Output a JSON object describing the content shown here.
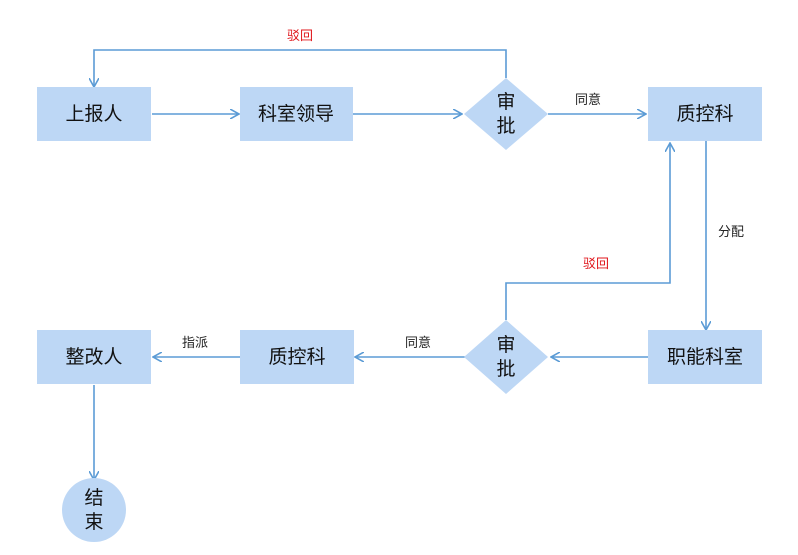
{
  "colors": {
    "node_fill": "#bdd7f5",
    "edge": "#5b9bd5",
    "reject_label": "#e0161b",
    "normal_label": "#222222"
  },
  "nodes": {
    "reporter": "上报人",
    "dept_leader": "科室领导",
    "approve1_line1": "审",
    "approve1_line2": "批",
    "quality_dept_top": "质控科",
    "functional_dept": "职能科室",
    "approve2_line1": "审",
    "approve2_line2": "批",
    "quality_dept_bottom": "质控科",
    "rectifier": "整改人",
    "end_line1": "结",
    "end_line2": "束"
  },
  "edges": {
    "reject_top": "驳回",
    "agree_top": "同意",
    "assign": "分配",
    "reject_bottom": "驳回",
    "agree_bottom": "同意",
    "dispatch": "指派"
  }
}
